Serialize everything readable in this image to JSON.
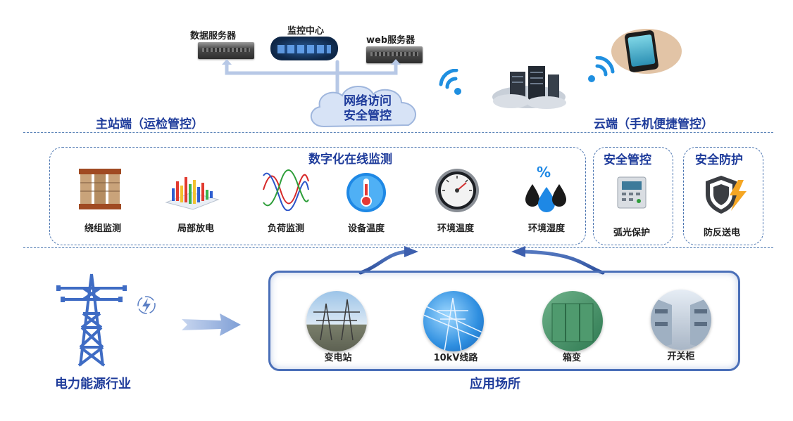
{
  "top_servers": {
    "data_server": "数据服务器",
    "monitor_center": "监控中心",
    "web_server": "web服务器"
  },
  "cloud_access": {
    "line1": "网络访问",
    "line2": "安全管控"
  },
  "side_titles": {
    "main_station": "主站端（运检管控）",
    "cloud_end": "云端（手机便捷管控）"
  },
  "digital_monitor": {
    "title": "数字化在线监测",
    "items": [
      {
        "label": "绕组监测",
        "icon": "transformer-icon"
      },
      {
        "label": "局部放电",
        "icon": "3d-spectrum-icon"
      },
      {
        "label": "负荷监测",
        "icon": "sine-wave-icon"
      },
      {
        "label": "设备温度",
        "icon": "thermometer-icon"
      },
      {
        "label": "环境温度",
        "icon": "gauge-icon"
      },
      {
        "label": "环境湿度",
        "icon": "humidity-icon"
      }
    ]
  },
  "security_control": {
    "title": "安全管控",
    "item": "弧光保护",
    "icon": "protection-relay-icon"
  },
  "security_protection": {
    "title": "安全防护",
    "item": "防反送电",
    "icon": "shield-lightning-icon"
  },
  "industry": {
    "label": "电力能源行业",
    "icon": "power-tower-icon"
  },
  "application": {
    "label": "应用场所",
    "sites": [
      {
        "label": "变电站",
        "icon": "substation-photo"
      },
      {
        "label": "10kV线路",
        "icon": "power-line-photo"
      },
      {
        "label": "箱变",
        "icon": "box-transformer-photo"
      },
      {
        "label": "开关柜",
        "icon": "switchgear-photo"
      }
    ]
  }
}
